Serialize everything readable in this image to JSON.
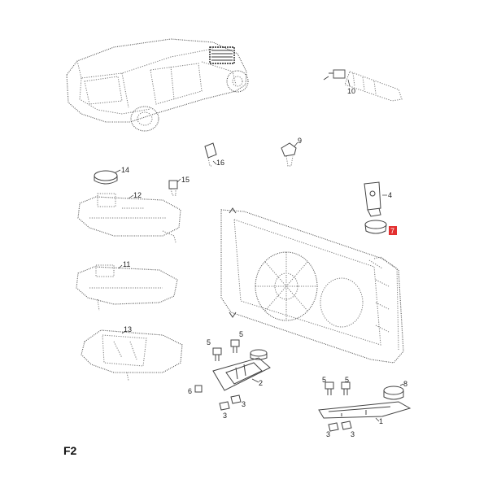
{
  "page_code": "F2",
  "highlight_color": "#e33030",
  "callouts": {
    "c1": "1",
    "c2": "2",
    "c3a": "3",
    "c3b": "3",
    "c3c": "3",
    "c3d": "3",
    "c4": "4",
    "c5a": "5",
    "c5b": "5",
    "c5c": "5",
    "c5d": "5",
    "c6": "6",
    "c7": "7",
    "c8": "8",
    "c9": "9",
    "c10": "10",
    "c11": "11",
    "c12": "12",
    "c13": "13",
    "c14": "14",
    "c15": "15",
    "c16": "16"
  }
}
